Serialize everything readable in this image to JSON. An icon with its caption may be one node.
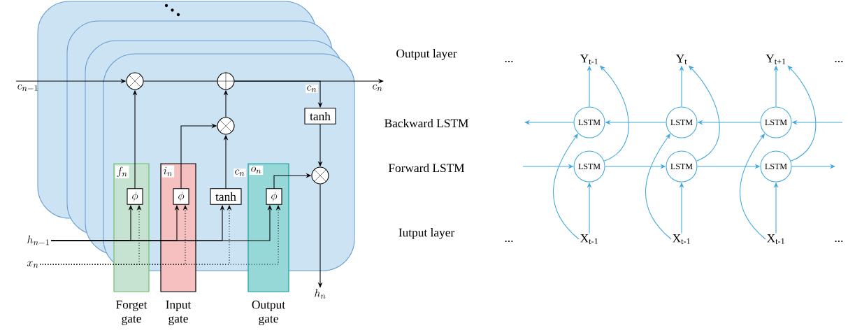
{
  "diagram": {
    "nodes": [
      {
        "text": [
          "c_{n-1}"
        ]
      },
      {
        "text": [],
        "shape": "circle"
      },
      {
        "text": [],
        "shape": "circle"
      },
      {
        "text": [
          "c_n"
        ]
      },
      {
        "text": [
          "tanh"
        ]
      },
      {
        "text": [],
        "shape": "circle"
      },
      {
        "text": [],
        "shape": "circle"
      },
      {
        "text": [
          "f_n",
          "Forget gate"
        ]
      },
      {
        "text": [
          "\\phi"
        ],
        "in": 7
      },
      {
        "text": [
          "i_n",
          "Input gate"
        ]
      },
      {
        "text": [
          "\\phi"
        ],
        "in": 9
      },
      {
        "text": [
          "tanh"
        ]
      },
      {
        "text": [
          "o_n",
          "Output gate"
        ]
      },
      {
        "text": [
          "\\phi"
        ],
        "in": 12
      },
      {
        "text": [
          "h_{n-1}"
        ]
      },
      {
        "text": [
          "x_n"
        ]
      },
      {
        "text": [
          "h_n"
        ]
      },
      {
        "text": [
          "Y$_{t-1}$"
        ]
      },
      {
        "text": [
          "Y$_{t}$"
        ]
      },
      {
        "text": [
          "Y$_{t+1}$"
        ]
      },
      {
        "text": [
          "LSTM"
        ]
      },
      {
        "text": [
          "LSTM"
        ]
      },
      {
        "text": [
          "LSTM"
        ]
      },
      {
        "text": [
          "LSTM"
        ]
      },
      {
        "text": [
          "LSTM"
        ]
      },
      {
        "text": [
          "LSTM"
        ]
      },
      {
        "text": [
          "X$_{t-1}$"
        ]
      },
      {
        "text": [
          "X$_{t-1}$"
        ]
      },
      {
        "text": [
          "X$_{t-1}$"
        ]
      }
    ],
    "edges": [
      {
        "from": 0,
        "to": 1,
        "arrow": "to",
        "color": "#000000"
      },
      {
        "from": 1,
        "to": 2,
        "arrow": "none",
        "color": "#000000"
      },
      {
        "from": 2,
        "to": 3,
        "arrow": "to",
        "color": "#000000"
      },
      {
        "from": 2,
        "to": 4,
        "arrow": "to",
        "color": "#000000"
      },
      {
        "from": 8,
        "to": 1,
        "arrow": "to",
        "color": "#000000"
      },
      {
        "from": 10,
        "to": 5,
        "arrow": "to",
        "color": "#000000"
      },
      {
        "from": 11,
        "to": 5,
        "arrow": "to",
        "color": "#000000"
      },
      {
        "from": 5,
        "to": 2,
        "arrow": "to",
        "color": "#000000"
      },
      {
        "from": 4,
        "to": 6,
        "arrow": "to",
        "color": "#000000"
      },
      {
        "from": 13,
        "to": 6,
        "arrow": "to",
        "color": "#000000"
      },
      {
        "from": 6,
        "to": 16,
        "arrow": "to",
        "color": "#000000"
      },
      {
        "from": 14,
        "to": 8,
        "arrow": "to",
        "color": "#000000"
      },
      {
        "from": 14,
        "to": 10,
        "arrow": "to",
        "color": "#000000"
      },
      {
        "from": 14,
        "to": 11,
        "arrow": "to",
        "color": "#000000"
      },
      {
        "from": 14,
        "to": 13,
        "arrow": "to",
        "color": "#000000"
      },
      {
        "from": 15,
        "to": 8,
        "arrow": "to",
        "style": "dashed",
        "color": "#000000"
      },
      {
        "from": 15,
        "to": 10,
        "arrow": "to",
        "style": "dashed",
        "color": "#000000"
      },
      {
        "from": 15,
        "to": 11,
        "arrow": "to",
        "style": "dashed",
        "color": "#000000"
      },
      {
        "from": 15,
        "to": 13,
        "arrow": "to",
        "style": "dashed",
        "color": "#000000"
      },
      {
        "from": 26,
        "to": 23,
        "arrow": "to",
        "color": "#3fa7dc"
      },
      {
        "from": 27,
        "to": 24,
        "arrow": "to",
        "color": "#3fa7dc"
      },
      {
        "from": 28,
        "to": 25,
        "arrow": "to",
        "color": "#3fa7dc"
      },
      {
        "from": 20,
        "to": 17,
        "arrow": "to",
        "color": "#3fa7dc"
      },
      {
        "from": 21,
        "to": 18,
        "arrow": "to",
        "color": "#3fa7dc"
      },
      {
        "from": 22,
        "to": 19,
        "arrow": "to",
        "color": "#3fa7dc"
      },
      {
        "from": null,
        "to": 23,
        "arrow": "to",
        "color": "#3fa7dc"
      },
      {
        "from": 23,
        "to": 24,
        "arrow": "to",
        "color": "#3fa7dc"
      },
      {
        "from": 24,
        "to": 25,
        "arrow": "to",
        "color": "#3fa7dc"
      },
      {
        "from": 25,
        "to": null,
        "arrow": "to",
        "color": "#3fa7dc"
      },
      {
        "from": 20,
        "to": null,
        "arrow": "to",
        "color": "#3fa7dc"
      },
      {
        "from": 21,
        "to": 20,
        "arrow": "to",
        "color": "#3fa7dc"
      },
      {
        "from": 22,
        "to": 21,
        "arrow": "to",
        "color": "#3fa7dc"
      },
      {
        "from": null,
        "to": 22,
        "arrow": "to",
        "color": "#3fa7dc"
      },
      {
        "from": 26,
        "to": 20,
        "arrow": "to",
        "color": "#3fa7dc"
      },
      {
        "from": 27,
        "to": 21,
        "arrow": "to",
        "color": "#3fa7dc"
      },
      {
        "from": 28,
        "to": 22,
        "arrow": "to",
        "color": "#3fa7dc"
      },
      {
        "from": 23,
        "to": 17,
        "arrow": "to",
        "color": "#3fa7dc"
      },
      {
        "from": 24,
        "to": 18,
        "arrow": "to",
        "color": "#3fa7dc"
      },
      {
        "from": 25,
        "to": 19,
        "arrow": "to",
        "color": "#3fa7dc"
      }
    ],
    "labels": [
      "c_n",
      "Output layer",
      "...",
      "...",
      "Backward LSTM",
      "c_n",
      "Forward LSTM",
      "Iutput layer",
      "...",
      "..."
    ]
  }
}
